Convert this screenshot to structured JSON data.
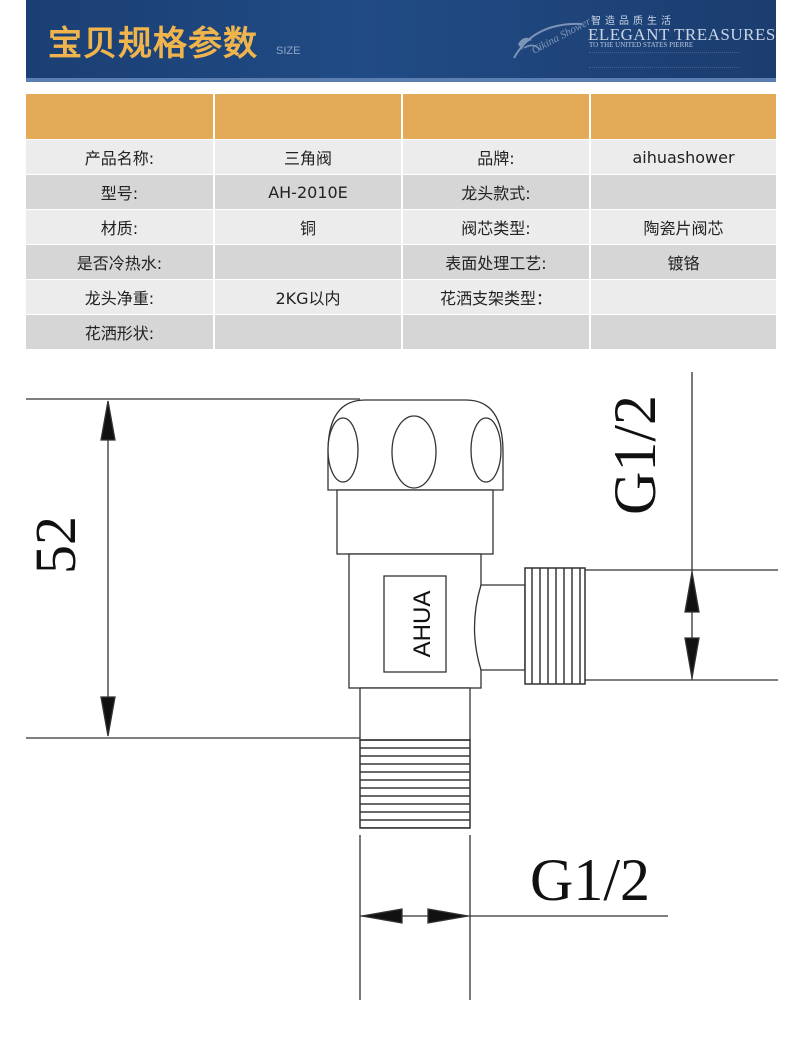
{
  "banner": {
    "title": "宝贝规格参数",
    "subtitle": "SIZE",
    "slogan_cn": "智造品质生活",
    "slogan_en": "ELEGANT TREASURES",
    "slogan_small": "TO THE UNITED STATES PIERRE",
    "logo_text": "Cikina Shower"
  },
  "spec_table": {
    "header": [
      "",
      "",
      "",
      ""
    ],
    "rows": [
      [
        "产品名称:",
        "三角阀",
        "品牌:",
        "aihuashower"
      ],
      [
        "型号:",
        "AH-2010E",
        "龙头款式:",
        ""
      ],
      [
        "材质:",
        "铜",
        "阀芯类型:",
        "陶瓷片阀芯"
      ],
      [
        "是否冷热水:",
        "",
        "表面处理工艺:",
        "镀铬"
      ],
      [
        "龙头净重:",
        "2KG以内",
        "花洒支架类型：",
        ""
      ],
      [
        "花洒形状:",
        "",
        "",
        ""
      ]
    ]
  },
  "drawing": {
    "height_dim": "52",
    "side_thread": "G1/2",
    "bottom_thread": "G1/2",
    "body_label": "AHUA"
  }
}
